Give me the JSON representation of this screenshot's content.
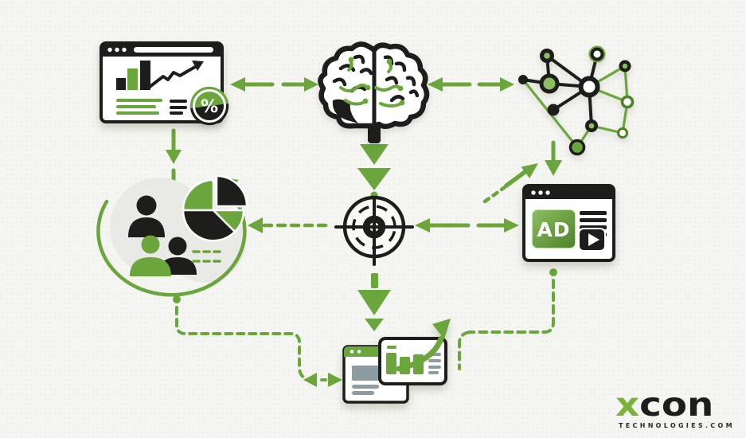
{
  "colors": {
    "paper": "#f5f5f1",
    "green": "#6aa63c",
    "green_light": "#8cbf63",
    "green_dark": "#4e8226",
    "ink": "#1d1d1b",
    "gray": "#8d9ca3",
    "blob": "#e9e9e5",
    "logo_green": "#7ab33a"
  },
  "badge": {
    "percent": "%"
  },
  "ad": {
    "label": "AD"
  },
  "logo": {
    "brand_x": "x",
    "brand_rest": "con",
    "tagline": "TECHNOLOGIES.COM"
  },
  "diagram": {
    "nodes": [
      {
        "id": "analytics-dashboard",
        "description": "Browser window with bar chart, rising trend arrow and percent badge"
      },
      {
        "id": "ai-brain",
        "description": "Brain outline with green circuit traces"
      },
      {
        "id": "network-graph",
        "description": "Network of connected black, green and hollow nodes"
      },
      {
        "id": "audience-segmentation",
        "description": "Three people and a pie chart inside a circular green arrow"
      },
      {
        "id": "targeting-crosshair",
        "description": "Black target crosshair with dashed inner ring"
      },
      {
        "id": "ad-campaign",
        "description": "Browser window with green AD tile, text lines and video play button"
      },
      {
        "id": "performance-report",
        "description": "Overlapping report cards with green bar chart and growth swoosh arrow"
      }
    ],
    "connections": [
      {
        "from": "analytics-dashboard",
        "to": "ai-brain",
        "style": "solid",
        "bidirectional": true
      },
      {
        "from": "ai-brain",
        "to": "network-graph",
        "style": "solid",
        "bidirectional": true
      },
      {
        "from": "analytics-dashboard",
        "to": "audience-segmentation",
        "style": "solid",
        "direction": "down"
      },
      {
        "from": "ai-brain",
        "to": "targeting-crosshair",
        "style": "double-chevron",
        "direction": "down"
      },
      {
        "from": "network-graph",
        "to": "ad-campaign",
        "style": "solid",
        "direction": "down"
      },
      {
        "from": "targeting-crosshair",
        "to": "audience-segmentation",
        "style": "dashed",
        "direction": "left"
      },
      {
        "from": "targeting-crosshair",
        "to": "ad-campaign",
        "style": "solid",
        "bidirectional": true
      },
      {
        "from": "targeting-crosshair",
        "to": "performance-report",
        "style": "double-chevron",
        "direction": "down"
      },
      {
        "from": "audience-segmentation",
        "to": "performance-report",
        "style": "dashed-elbow"
      },
      {
        "from": "ad-campaign",
        "to": "performance-report",
        "style": "dashed-elbow"
      },
      {
        "from": "ad-campaign",
        "to": "network-graph",
        "style": "dashed-diagonal",
        "direction": "up-right"
      }
    ]
  }
}
